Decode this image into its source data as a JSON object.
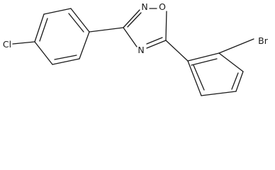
{
  "molecule": {
    "atoms": {
      "n2": "N",
      "o1": "O",
      "n4": "N",
      "cl": "Cl",
      "br": "Br"
    }
  }
}
